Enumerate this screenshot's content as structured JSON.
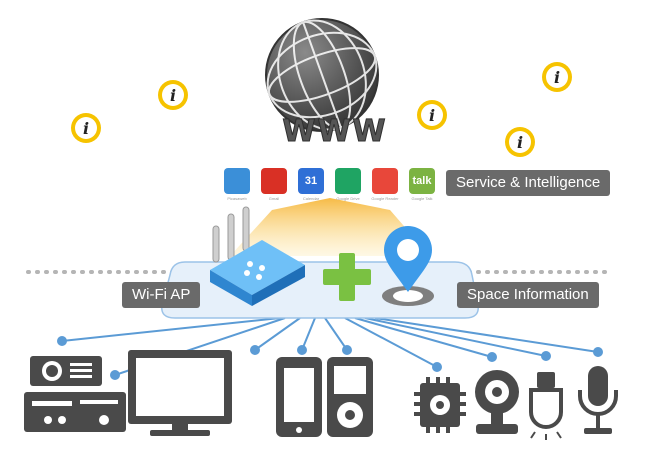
{
  "center": {
    "label": "WWW"
  },
  "labels": {
    "service": "Service & Intelligence",
    "wifi": "Wi-Fi AP",
    "space": "Space Information"
  },
  "apps": [
    {
      "name": "photo-app-icon",
      "caption": "Picasaweb",
      "color": "#3b8fd8"
    },
    {
      "name": "gmail-icon",
      "caption": "Gmail",
      "color": "#d93025"
    },
    {
      "name": "calendar-icon",
      "caption": "Calendar",
      "color": "#2f6fd6",
      "text": "31"
    },
    {
      "name": "drive-icon",
      "caption": "Google Drive",
      "color": "#1fa463"
    },
    {
      "name": "reader-icon",
      "caption": "Google Reader",
      "color": "#e8473a"
    },
    {
      "name": "talk-icon",
      "caption": "Google Talk",
      "color": "#7cb342",
      "text": "talk"
    }
  ],
  "info_marker": {
    "glyph": "i",
    "color": "#f6c300"
  },
  "colors": {
    "accent_blue": "#3d9be9",
    "connector": "#5b9bd5",
    "device_gray": "#4a4a4a",
    "plus_green": "#7ac142",
    "label_gray": "#6a6a6a"
  }
}
